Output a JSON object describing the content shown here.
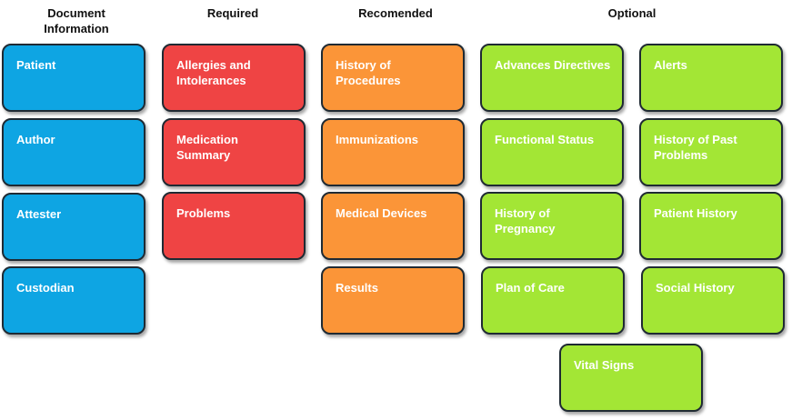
{
  "headers": {
    "document_information": "Document\nInformation",
    "required": "Required",
    "recommended": "Recomended",
    "optional": "Optional"
  },
  "document_information": {
    "patient": "Patient",
    "author": "Author",
    "attester": "Attester",
    "custodian": "Custodian"
  },
  "required": {
    "allergies": "Allergies and Intolerances",
    "medication_summary": "Medication Summary",
    "problems": "Problems"
  },
  "recommended": {
    "history_of_procedures": "History of Procedures",
    "immunizations": "Immunizations",
    "medical_devices": "Medical Devices",
    "results": "Results"
  },
  "optional": {
    "advance_directives": "Advances Directives",
    "alerts": "Alerts",
    "functional_status": "Functional Status",
    "history_of_past_problems": "History of Past Problems",
    "history_of_pregnancy": "History of Pregnancy",
    "patient_history": "Patient History",
    "plan_of_care": "Plan of Care",
    "social_history": "Social History",
    "vital_signs": "Vital Signs"
  },
  "colors": {
    "document_information": "#0ea5e3",
    "required": "#ef4444",
    "recommended": "#fb9538",
    "optional": "#a3e635"
  }
}
